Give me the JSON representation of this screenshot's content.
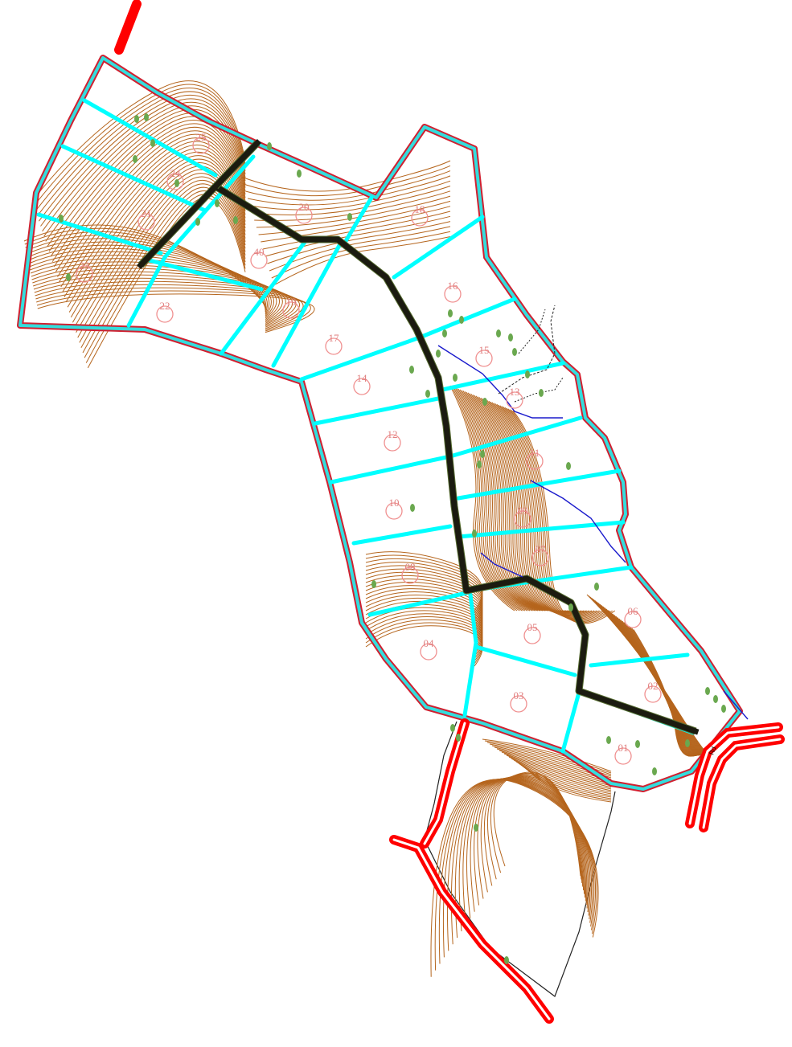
{
  "map": {
    "colors": {
      "boundary": "#d02030",
      "plot_divider": "#00ffff",
      "contour": "#b5651d",
      "trail": "#1b1b10",
      "road": "#ff0000",
      "stream": "#1a1acc",
      "tree": "#6aa84f",
      "plot_label": "#e08080"
    },
    "plot_labels": [
      "25",
      "24",
      "21",
      "23",
      "22",
      "20",
      "40",
      "19",
      "18",
      "16",
      "17",
      "14",
      "15",
      "13",
      "12",
      "11",
      "10",
      "09",
      "08",
      "07",
      "06",
      "05",
      "04",
      "03",
      "02",
      "01"
    ],
    "road_label": "Rd"
  }
}
